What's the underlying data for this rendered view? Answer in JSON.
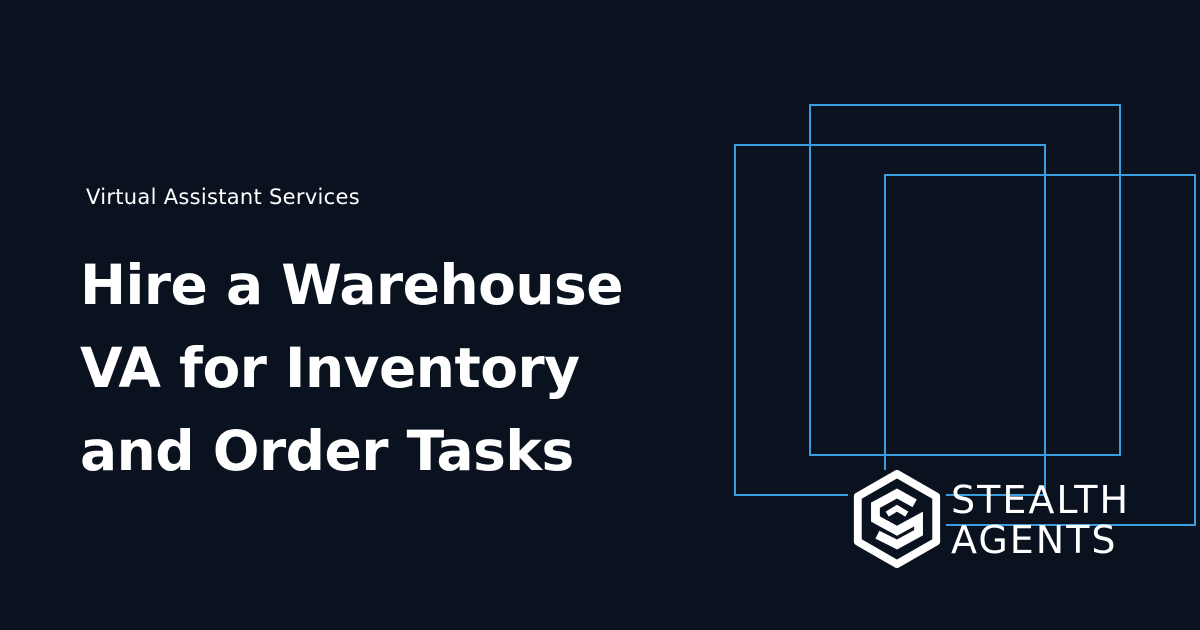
{
  "eyebrow": "Virtual Assistant Services",
  "headline": {
    "line1": "Hire a Warehouse",
    "line2": "VA for Inventory",
    "line3": "and Order Tasks"
  },
  "brand": {
    "line1": "STEALTH",
    "line2": "AGENTS",
    "logo_icon": "hexagon-s-icon"
  },
  "colors": {
    "background": "#0a1220",
    "text": "#ffffff",
    "accent_outline": "#3b9de0"
  }
}
